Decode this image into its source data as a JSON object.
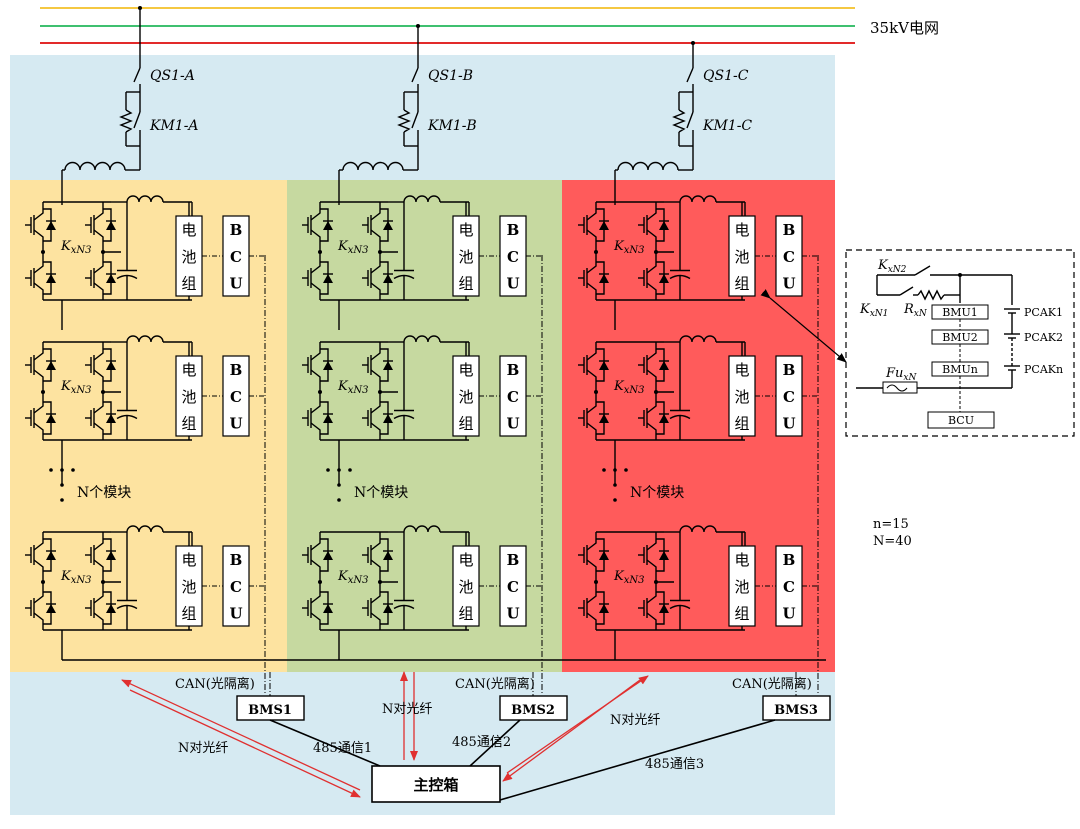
{
  "grid": {
    "label": "35kV电网"
  },
  "phases": [
    {
      "id": "A",
      "switch": "QS1-A",
      "contactor": "KM1-A",
      "color": "#fde3a0"
    },
    {
      "id": "B",
      "switch": "QS1-B",
      "contactor": "KM1-B",
      "color": "#c6d9a0"
    },
    {
      "id": "C",
      "switch": "QS1-C",
      "contactor": "KM1-C",
      "color": "#ff5b5b"
    }
  ],
  "module": {
    "battery_label": "电池组",
    "bcu_label": "BCU",
    "kxn3": "K",
    "kxn3_sub": "xN3",
    "count_label": "N个模块"
  },
  "bms": [
    {
      "name": "BMS1",
      "can": "CAN(光隔离)",
      "comm": "485通信1"
    },
    {
      "name": "BMS2",
      "can": "CAN(光隔离)",
      "comm": "485通信2"
    },
    {
      "name": "BMS3",
      "can": "CAN(光隔离)",
      "comm": "485通信3"
    }
  ],
  "fiber_label": "N对光纤",
  "main_box": "主控箱",
  "params": {
    "n": "n=15",
    "N": "N=40"
  },
  "detail": {
    "kxn2": "K",
    "kxn2_sub": "xN2",
    "kxn1": "K",
    "kxn1_sub": "xN1",
    "rxn": "R",
    "rxn_sub": "xN",
    "fu": "Fu",
    "fu_sub": "xN",
    "bmu1": "BMU1",
    "bmu2": "BMU2",
    "bmun": "BMUn",
    "pcak1": "PCAK1",
    "pcak2": "PCAK2",
    "pcakn": "PCAKn",
    "bcu": "BCU"
  },
  "colors": {
    "background_blue": "#d6eaf2",
    "line_yellow": "#f5c842",
    "line_green": "#3fc070",
    "line_red": "#e22a2a",
    "arrow_red": "#e03030"
  }
}
